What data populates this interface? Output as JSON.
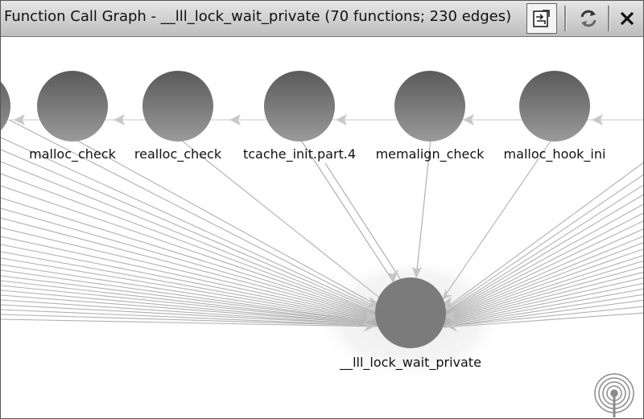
{
  "window": {
    "title": "Function Call Graph - __lll_lock_wait_private (70 functions; 230 edges)"
  },
  "toolbar": {
    "buttons": [
      {
        "name": "export-graph-button",
        "icon": "export-icon",
        "active": true
      },
      {
        "name": "refresh-button",
        "icon": "refresh-icon",
        "active": false
      },
      {
        "name": "close-button",
        "icon": "close-icon",
        "active": false
      }
    ]
  },
  "graph": {
    "caller_nodes": [
      {
        "label": "malloc_check"
      },
      {
        "label": "realloc_check"
      },
      {
        "label": "tcache_init.part.4"
      },
      {
        "label": "memalign_check"
      },
      {
        "label": "malloc_hook_ini"
      }
    ],
    "target_node": {
      "label": "__lll_lock_wait_private"
    }
  },
  "status": {
    "icon": "activity-antenna-icon"
  },
  "colors": {
    "node_fill": "#7a7a7a",
    "edge": "#b4b4b4",
    "title_bg": "#cfcfcf"
  }
}
